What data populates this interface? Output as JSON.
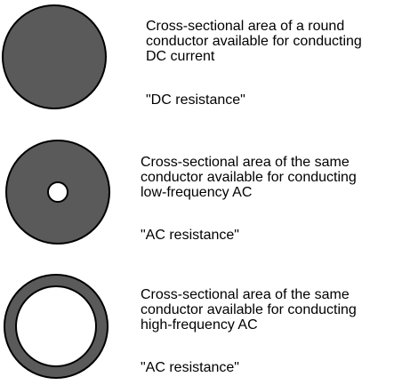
{
  "colors": {
    "conductor_fill": "#5a5a5a",
    "conductor_stroke": "#000000",
    "unused_area": "#ffffff"
  },
  "rows": [
    {
      "description": [
        "Cross-sectional area of a round",
        "conductor available for conducting",
        "DC current"
      ],
      "label": "\"DC resistance\"",
      "available_area_fraction": 1.0
    },
    {
      "description": [
        "Cross-sectional area of the same",
        "conductor available for conducting",
        "low-frequency AC"
      ],
      "label": "\"AC resistance\"",
      "available_area_fraction": 0.97
    },
    {
      "description": [
        "Cross-sectional area of the same",
        "conductor available for conducting",
        "high-frequency AC"
      ],
      "label": "\"AC resistance\"",
      "available_area_fraction": 0.38
    }
  ]
}
